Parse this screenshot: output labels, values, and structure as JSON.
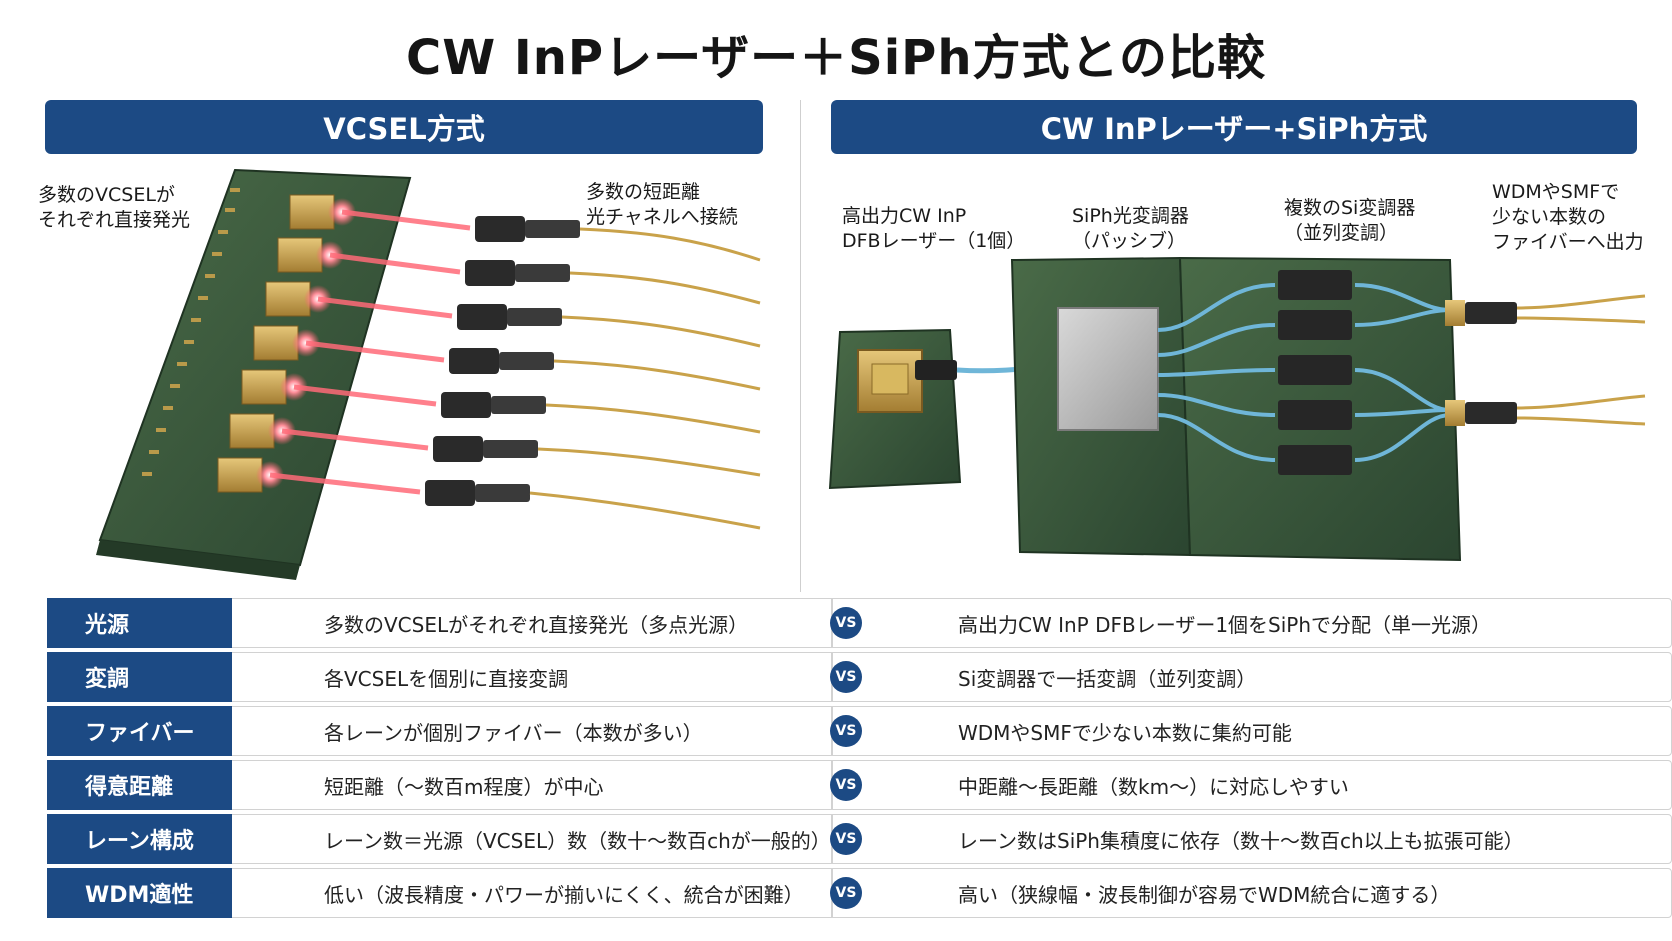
{
  "title": "CW InPレーザー＋SiPh方式との比較",
  "left_panel": {
    "header": "VCSEL方式",
    "callout_sources": "多数のVCSELが\nそれぞれ直接発光",
    "callout_fibers": "多数の短距離\n光チャネルへ接続"
  },
  "right_panel": {
    "header": "CW InPレーザー+SiPh方式",
    "callout_laser": "高出力CW InP\nDFBレーザー（1個）",
    "callout_splitter": "SiPh光変調器\n（パッシブ）",
    "callout_modulators": "複数のSi変調器\n（並列変調）",
    "callout_output": "WDMやSMFで\n少ない本数の\nファイバーへ出力"
  },
  "vs_label": "VS",
  "comparison": [
    {
      "label": "光源",
      "vcsel": "多数のVCSELがそれぞれ直接発光（多点光源）",
      "siph": "高出力CW InP DFBレーザー1個をSiPhで分配（単一光源）"
    },
    {
      "label": "変調",
      "vcsel": "各VCSELを個別に直接変調",
      "siph": "Si変調器で一括変調（並列変調）"
    },
    {
      "label": "ファイバー",
      "vcsel": "各レーンが個別ファイバー（本数が多い）",
      "siph": "WDMやSMFで少ない本数に集約可能"
    },
    {
      "label": "得意距離",
      "vcsel": "短距離（〜数百m程度）が中心",
      "siph": "中距離〜長距離（数km〜）に対応しやすい"
    },
    {
      "label": "レーン構成",
      "vcsel": "レーン数＝光源（VCSEL）数（数十〜数百chが一般的）",
      "siph": "レーン数はSiPh集積度に依存（数十〜数百ch以上も拡張可能）"
    },
    {
      "label": "WDM適性",
      "vcsel": "低い（波長精度・パワーが揃いにくく、統合が困難）",
      "siph": "高い（狭線幅・波長制御が容易でWDM統合に適する）"
    }
  ],
  "colors": {
    "header_blue": "#1c4a84",
    "pcb_green": "#3a5a3c",
    "laser_red": "#ff5a6a",
    "fiber_yellow": "#c9a24a",
    "waveguide_blue": "#6fb6d8"
  }
}
